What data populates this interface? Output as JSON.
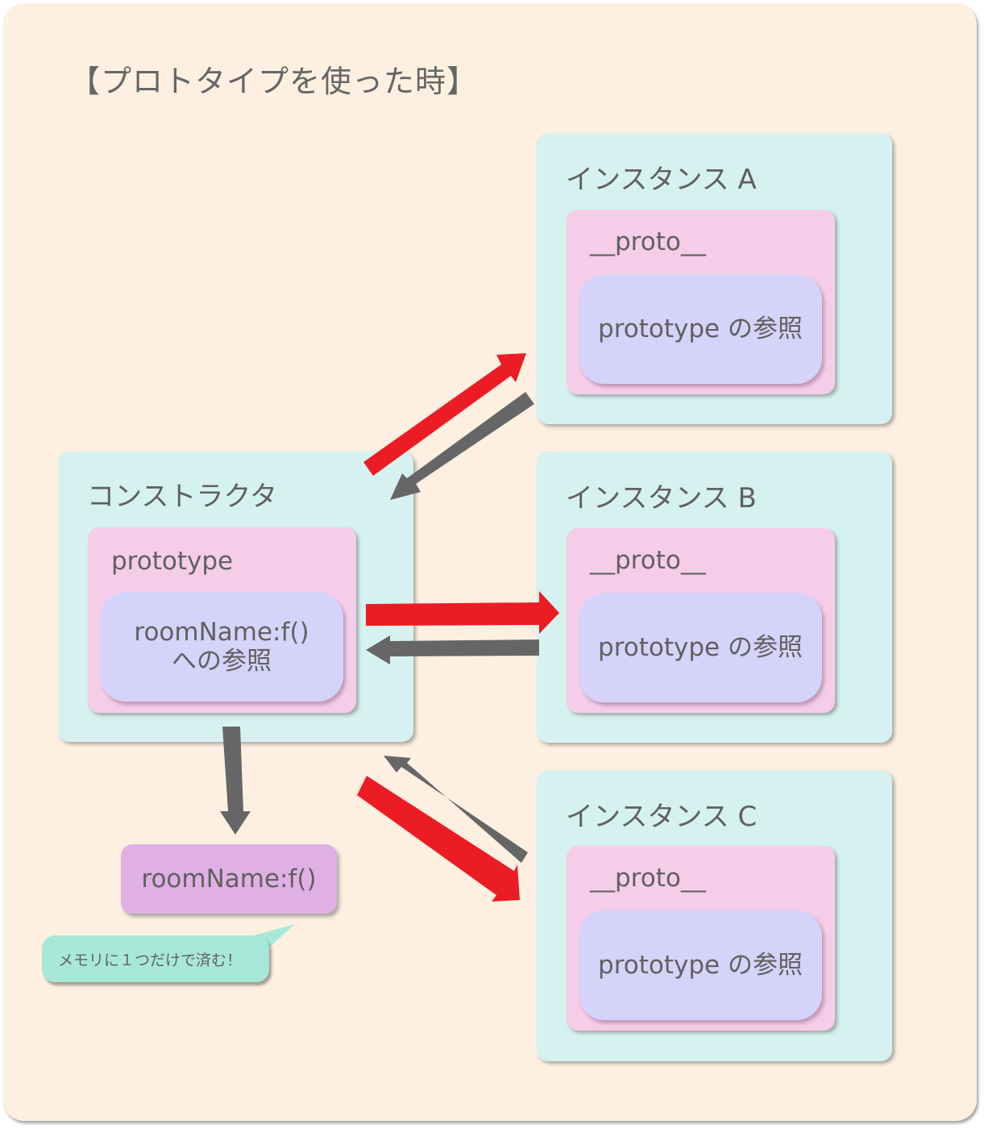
{
  "title": "【プロトタイプを使った時】",
  "constructor": {
    "label": "コンストラクタ",
    "prototype_label": "prototype",
    "method_ref_line1": "roomName:f()",
    "method_ref_line2": "への参照"
  },
  "instances": [
    {
      "label": "インスタンス A",
      "proto_label": "__proto__",
      "ref_label": "prototype の参照"
    },
    {
      "label": "インスタンス B",
      "proto_label": "__proto__",
      "ref_label": "prototype の参照"
    },
    {
      "label": "インスタンス C",
      "proto_label": "__proto__",
      "ref_label": "prototype の参照"
    }
  ],
  "function_box": {
    "label": "roomName:f()"
  },
  "callout": {
    "text": "メモリに１つだけで済む！"
  },
  "colors": {
    "background": "#fdf0e1",
    "outer_box": "#d6f2f0",
    "prototype_box": "#f6cde8",
    "reference_box": "#d6d3fa",
    "function_box": "#e0b0e4",
    "callout": "#a8e8d8",
    "arrow_create": "#ec1c24",
    "arrow_reference": "#666666"
  }
}
